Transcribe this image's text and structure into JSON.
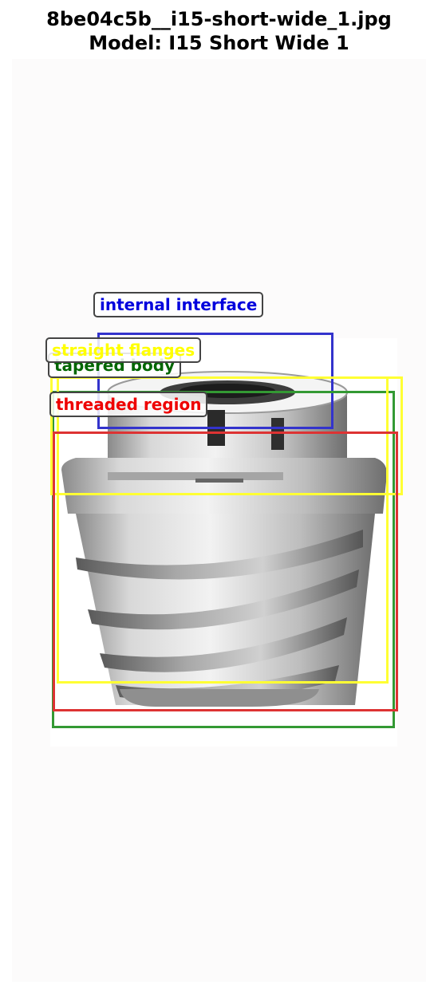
{
  "header": {
    "filename": "8be04c5b__i15-short-wide_1.jpg",
    "model_line": "Model: I15 Short Wide 1"
  },
  "annotations": [
    {
      "label": "internal interface",
      "color": "#0000dd",
      "box_color": "#3333cc"
    },
    {
      "label": "straight flanges",
      "color": "#ffff00",
      "box_color": "#ffff33"
    },
    {
      "label": "tapered body",
      "color": "#006600",
      "box_color": "#339933"
    },
    {
      "label": "threaded region",
      "color": "#ee0000",
      "box_color": "#dd3333"
    }
  ],
  "photo": {
    "subject_icon": "dental-implant-icon"
  }
}
